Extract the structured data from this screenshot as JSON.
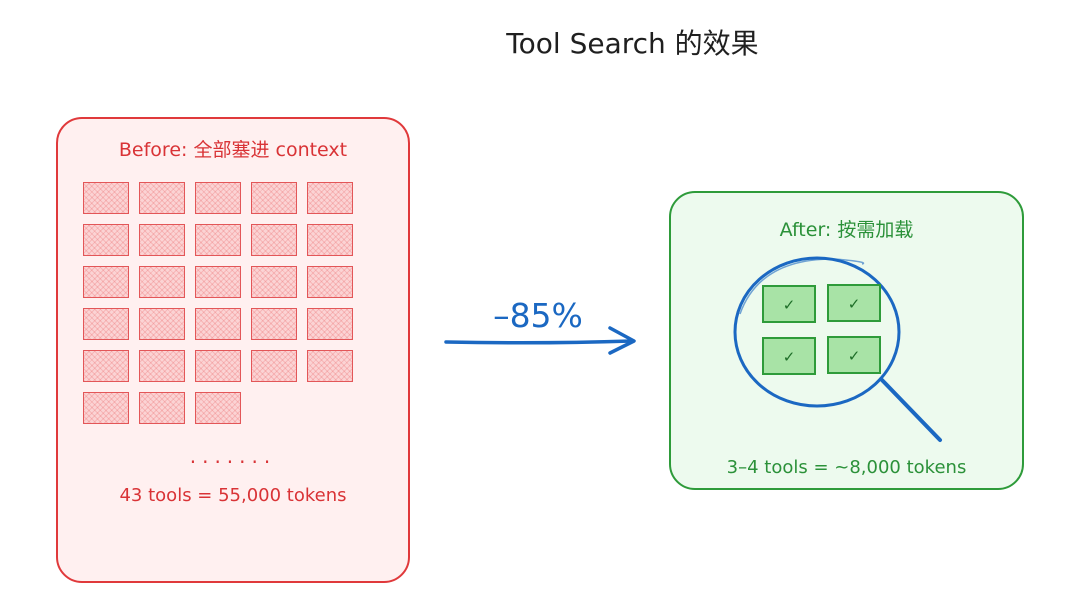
{
  "title": "Tool Search 的效果",
  "before": {
    "label": "Before: 全部塞进 context",
    "tool_tiles": 28,
    "ellipsis": ".......",
    "summary": "43 tools = 55,000 tokens"
  },
  "after": {
    "label": "After: 按需加载",
    "tool_tiles": 4,
    "check_mark": "✓",
    "summary": "3–4 tools = ~8,000 tokens"
  },
  "arrow": {
    "label": "–85%"
  },
  "colors": {
    "before_accent": "#e0393b",
    "after_accent": "#2e9b3a",
    "arrow": "#1b68c2"
  },
  "icons": {
    "magnifier": "magnifying-glass-icon"
  }
}
